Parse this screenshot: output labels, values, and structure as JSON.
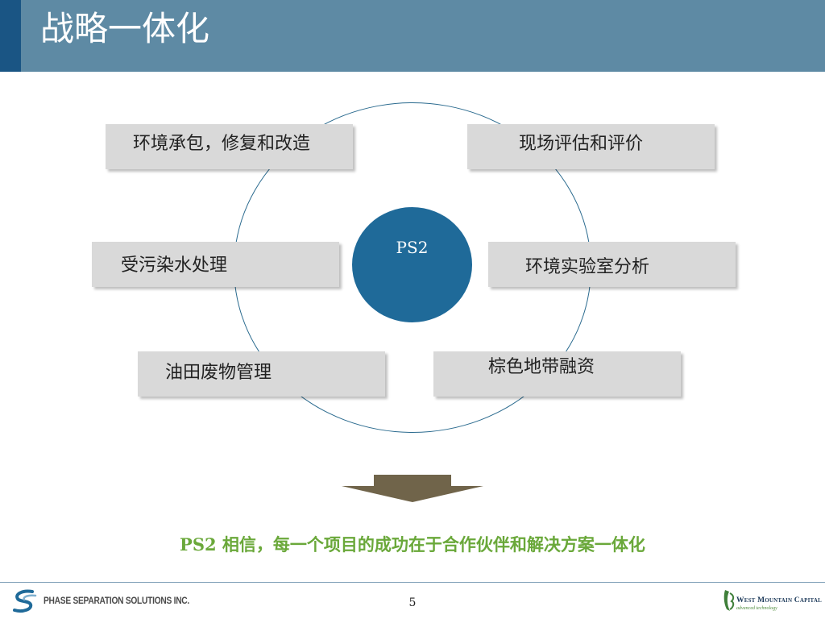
{
  "header": {
    "title": "战略一体化"
  },
  "diagram": {
    "center": "PS2",
    "items": [
      "环境承包，修复和改造",
      "现场评估和评价",
      "受污染水处理",
      "环境实验室分析",
      "油田废物管理",
      "棕色地带融资"
    ]
  },
  "tagline": "PS2 相信，每一个项目的成功在于合作伙伴和解决方案一体化",
  "footer": {
    "page_number": "5",
    "left_logo_text": "PHASE SEPARATION SOLUTIONS INC.",
    "right_logo_name": "West Mountain Capital",
    "right_logo_sub": "advanced technology"
  },
  "colors": {
    "header": "#5e8aa4",
    "header_accent": "#1a5584",
    "circle": "#1f6a99",
    "box": "#d9d9d9",
    "tagline": "#6aa83a",
    "arrow": "#70644a"
  }
}
